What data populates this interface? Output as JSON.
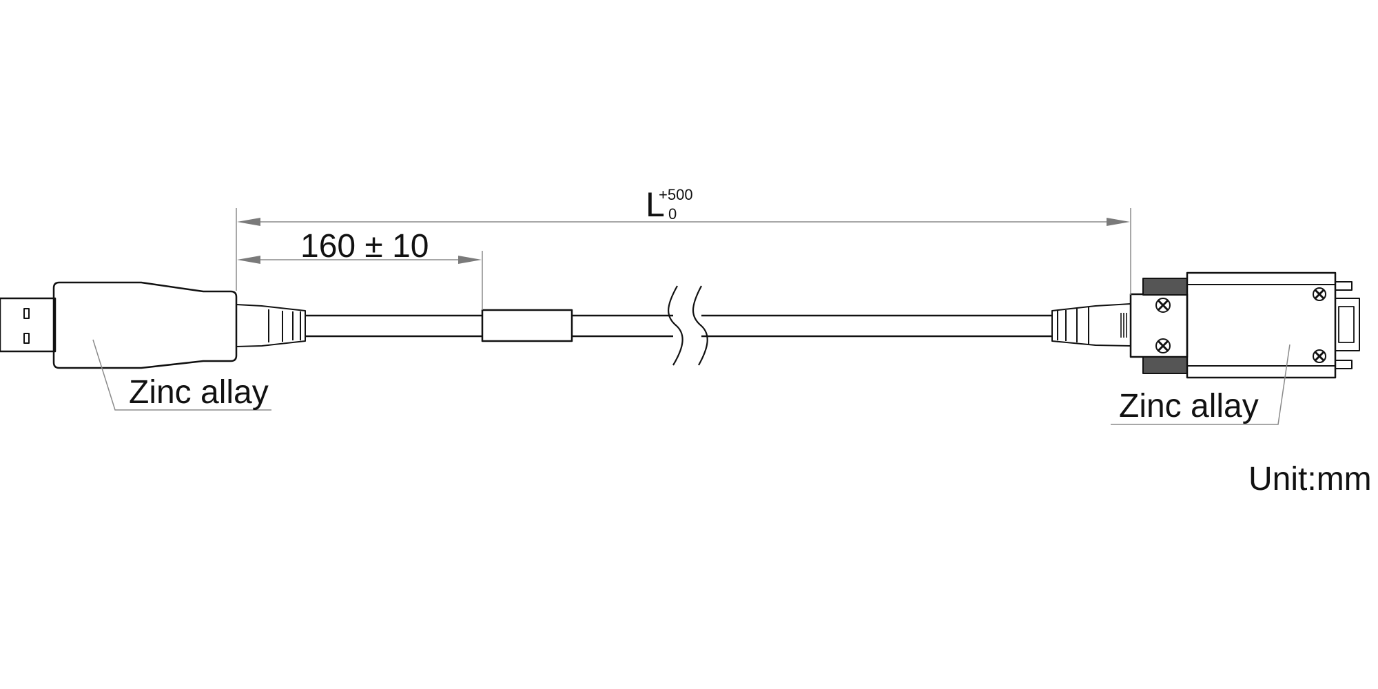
{
  "diagram": {
    "dimensions": {
      "overall": {
        "symbol": "L",
        "tolerance_upper": "+500",
        "tolerance_lower": "0"
      },
      "ferrite_offset": {
        "text": "160 ± 10"
      }
    },
    "callouts": {
      "left_connector_material": "Zinc allay",
      "right_connector_material": "Zinc allay"
    },
    "unit_note": "Unit:mm",
    "components": {
      "left_connector": "usb-type-a-plug",
      "right_connector": "micro-b-screw-locking-plug",
      "ferrite_core": "ferrite-sleeve",
      "cable_break": "length-break-symbol"
    },
    "colors": {
      "line": "#111111",
      "dimension": "#8a8a8a",
      "arrow": "#7a7a7a"
    }
  }
}
